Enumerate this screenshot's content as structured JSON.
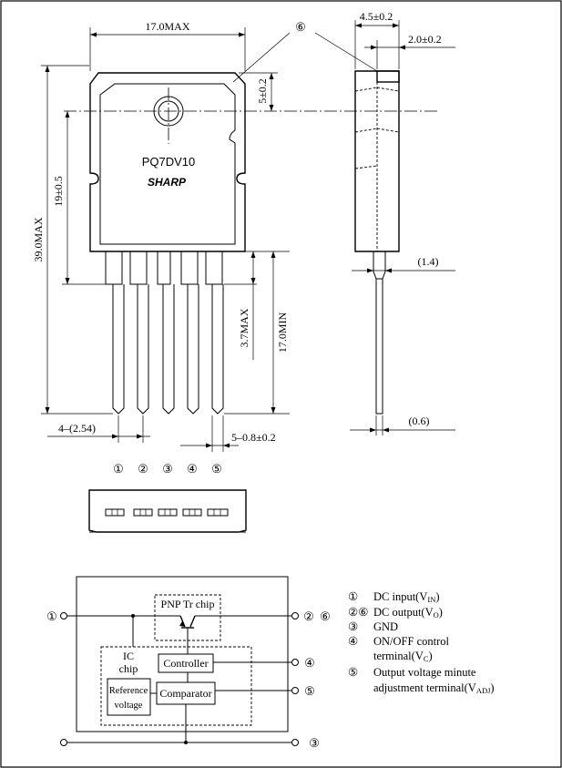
{
  "package": {
    "part_number": "PQ7DV10",
    "brand": "SHARP",
    "circle_label": "⑥",
    "dims": {
      "width": "17.0MAX",
      "height": "39.0MAX",
      "hole_pitch": "19±0.5",
      "hole_offset": "5±0.2",
      "lead_length": "17.0MIN",
      "lead_step": "3.7MAX",
      "lead_pitch": "4–(2.54)",
      "lead_width": "5–0.8±0.2",
      "side_thickness": "4.5±0.2",
      "tab_thickness": "2.0±0.2",
      "side_lead_offset": "(1.4)",
      "lead_thickness": "(0.6)"
    }
  },
  "pin_labels": [
    "①",
    "②",
    "③",
    "④",
    "⑤"
  ],
  "circuit": {
    "pnp_label": "PNP Tr chip",
    "ic_label_1": "IC",
    "ic_label_2": "chip",
    "controller": "Controller",
    "comparator": "Comparator",
    "ref_1": "Reference",
    "ref_2": "voltage",
    "term_in": "①",
    "term_out_a": "②",
    "term_out_b": "⑥",
    "term_4": "④",
    "term_5": "⑤",
    "term_3": "③"
  },
  "legend": [
    {
      "num": "①",
      "text": "DC input(V",
      "sub": "IN",
      "tail": ")"
    },
    {
      "num": "②⑥",
      "text": "DC output(V",
      "sub": "O",
      "tail": ")"
    },
    {
      "num": "③",
      "text": "GND",
      "sub": "",
      "tail": ""
    },
    {
      "num": "④",
      "text": "ON/OFF control",
      "sub": "",
      "tail": ""
    },
    {
      "num": "",
      "text": "terminal(V",
      "sub": "C",
      "tail": ")"
    },
    {
      "num": "⑤",
      "text": "Output voltage minute",
      "sub": "",
      "tail": ""
    },
    {
      "num": "",
      "text": "adjustment terminal(V",
      "sub": "ADJ",
      "tail": ")"
    }
  ]
}
